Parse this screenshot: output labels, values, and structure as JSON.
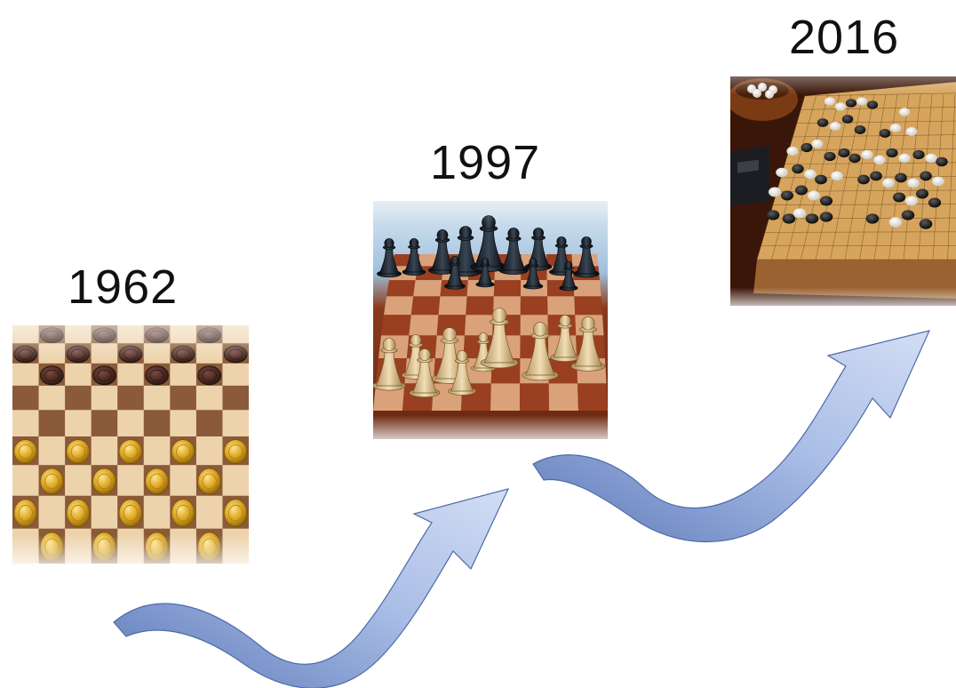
{
  "timeline": {
    "milestones": [
      {
        "year": "1962",
        "game": "checkers"
      },
      {
        "year": "1997",
        "game": "chess"
      },
      {
        "year": "2016",
        "game": "go"
      }
    ]
  },
  "colors": {
    "arrow_light": "#c9d7f1",
    "arrow_dark": "#6f8bc6",
    "arrow_edge": "#4e6aa8",
    "checkers_dark_piece": "#4a2a22",
    "checkers_light_piece": "#d4a01e",
    "chess_board_dark": "#8e3b1f",
    "chess_board_light": "#d7a27a",
    "go_board": "#d9a85e"
  }
}
